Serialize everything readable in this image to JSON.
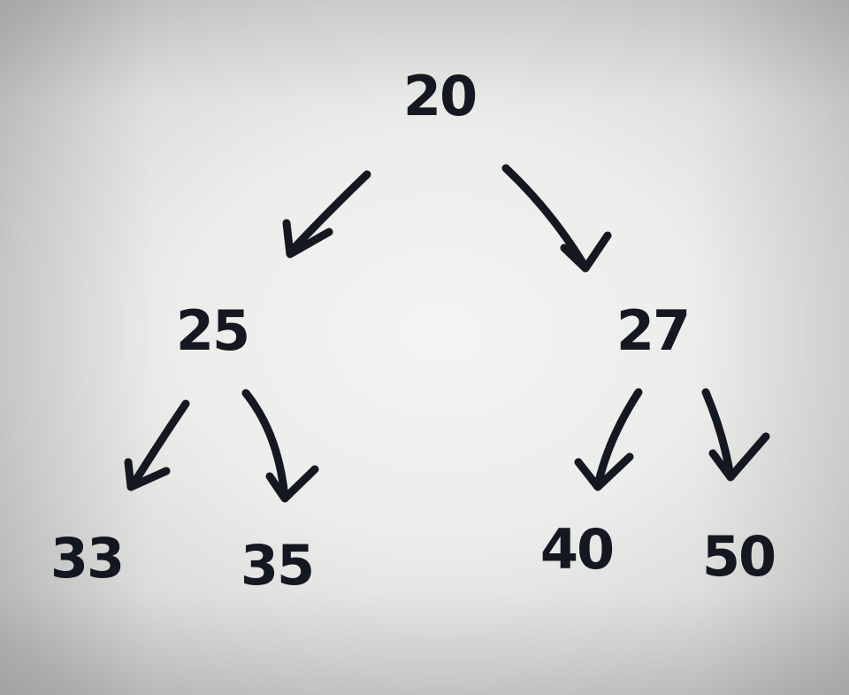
{
  "diagram": {
    "type": "binary-tree",
    "ink_color": "#141821",
    "paper_color": "#ececea",
    "nodes": [
      {
        "id": "root",
        "label": "20"
      },
      {
        "id": "left",
        "label": "25"
      },
      {
        "id": "right",
        "label": "27"
      },
      {
        "id": "left-left",
        "label": "33"
      },
      {
        "id": "left-right",
        "label": "35"
      },
      {
        "id": "right-left",
        "label": "40"
      },
      {
        "id": "right-right",
        "label": "50"
      }
    ],
    "edges": [
      {
        "from": "root",
        "to": "left"
      },
      {
        "from": "root",
        "to": "right"
      },
      {
        "from": "left",
        "to": "left-left"
      },
      {
        "from": "left",
        "to": "left-right"
      },
      {
        "from": "right",
        "to": "right-left"
      },
      {
        "from": "right",
        "to": "right-right"
      }
    ]
  }
}
